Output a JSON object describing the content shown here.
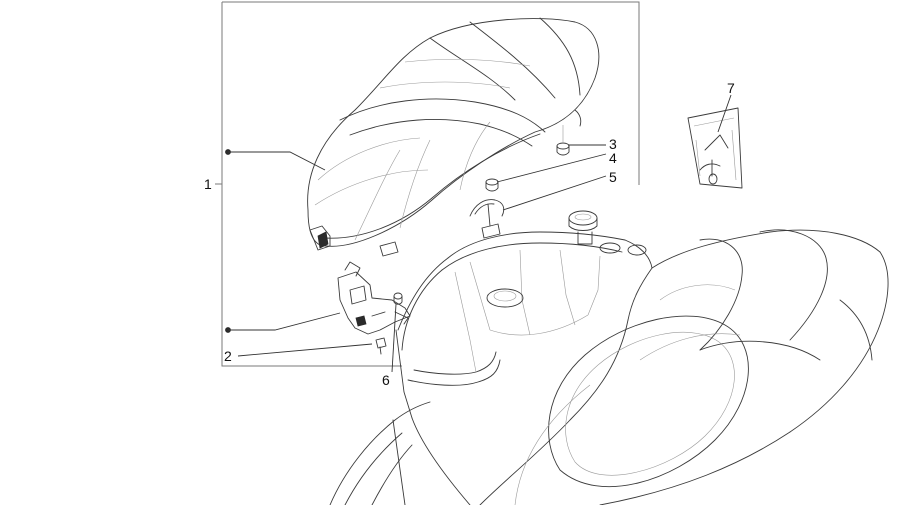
{
  "labels": {
    "p1": "1",
    "p2": "2",
    "p3": "3",
    "p4": "4",
    "p5": "5",
    "p6": "6",
    "p7": "7"
  },
  "colors": {
    "background": "#ffffff",
    "line": "#3b3b3b",
    "frame": "#7a7a7a"
  }
}
